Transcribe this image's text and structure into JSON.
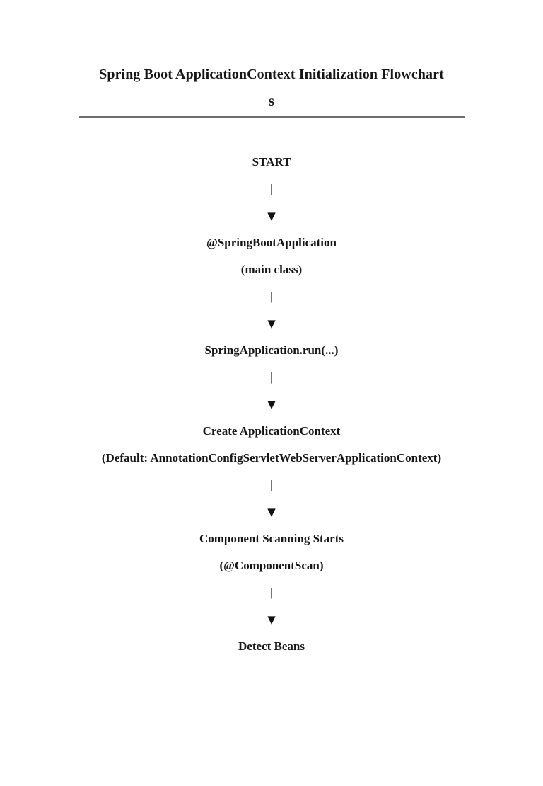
{
  "document": {
    "title_line1": "Spring Boot ApplicationContext Initialization Flowchart",
    "title_line2": "s"
  },
  "style": {
    "rule_color": "#6f6f6f",
    "text_color": "#161616",
    "background_color": "#ffffff"
  },
  "flowchart": {
    "pipe_glyph": "|",
    "arrow_glyph": "▼",
    "lines": [
      {
        "kind": "step",
        "text": "START"
      },
      {
        "kind": "pipe",
        "text": "|"
      },
      {
        "kind": "arrow",
        "text": "▼"
      },
      {
        "kind": "step",
        "text": "@SpringBootApplication"
      },
      {
        "kind": "step",
        "text": "(main class)"
      },
      {
        "kind": "pipe",
        "text": "|"
      },
      {
        "kind": "arrow",
        "text": "▼"
      },
      {
        "kind": "step",
        "text": "SpringApplication.run(...)"
      },
      {
        "kind": "pipe",
        "text": "|"
      },
      {
        "kind": "arrow",
        "text": "▼"
      },
      {
        "kind": "step",
        "text": "Create ApplicationContext"
      },
      {
        "kind": "step",
        "text": "(Default: AnnotationConfigServletWebServerApplicationContext)"
      },
      {
        "kind": "pipe",
        "text": "|"
      },
      {
        "kind": "arrow",
        "text": "▼"
      },
      {
        "kind": "step",
        "text": "Component Scanning Starts"
      },
      {
        "kind": "step",
        "text": "(@ComponentScan)"
      },
      {
        "kind": "pipe",
        "text": "|"
      },
      {
        "kind": "arrow",
        "text": "▼"
      },
      {
        "kind": "step",
        "text": "Detect Beans"
      }
    ]
  }
}
